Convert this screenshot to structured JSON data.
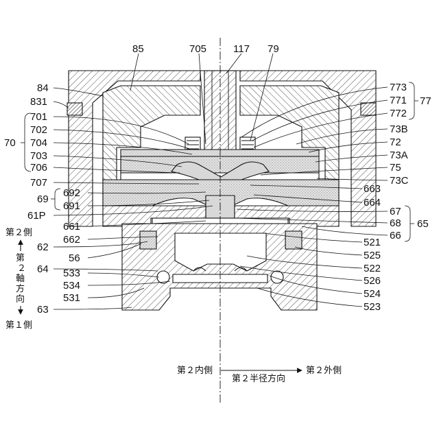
{
  "labels": {
    "n85": "85",
    "n705": "705",
    "n117": "117",
    "n79": "79",
    "n84": "84",
    "n831": "831",
    "n70": "70",
    "n701": "701",
    "n702": "702",
    "n704": "704",
    "n703": "703",
    "n706": "706",
    "n707": "707",
    "n69": "69",
    "n692": "692",
    "n691": "691",
    "n61P": "61P",
    "n661": "661",
    "n662": "662",
    "n62": "62",
    "n56": "56",
    "n64": "64",
    "n533": "533",
    "n534": "534",
    "n531": "531",
    "n63": "63",
    "n773": "773",
    "n771": "771",
    "n772": "772",
    "n77": "77",
    "n73B": "73B",
    "n72": "72",
    "n73A": "73A",
    "n75": "75",
    "n73C": "73C",
    "n663": "663",
    "n664": "664",
    "n67": "67",
    "n68": "68",
    "n65": "65",
    "n66": "66",
    "n521": "521",
    "n525": "525",
    "n522": "522",
    "n526": "526",
    "n524": "524",
    "n523": "523"
  },
  "axis_text": {
    "second_side": "第２側",
    "axial_direction": [
      "第",
      "２",
      "軸",
      "方",
      "向"
    ],
    "first_side": "第１側",
    "radial_inner": "第２内側",
    "radial_outer": "第２外側",
    "radial_direction": "第２半径方向"
  }
}
